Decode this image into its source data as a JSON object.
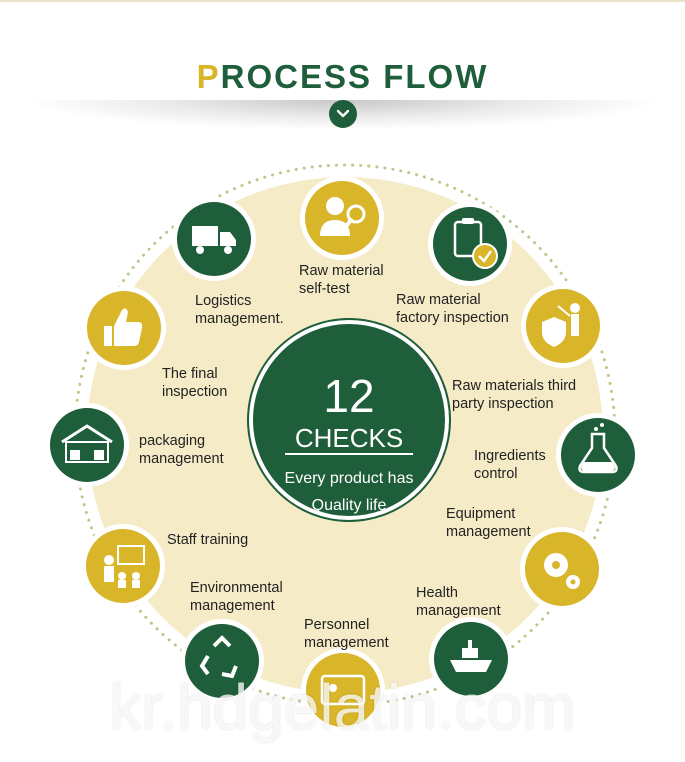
{
  "header": {
    "title_first": "P",
    "title_rest": "ROCESS FLOW"
  },
  "center": {
    "number": "12",
    "word": "CHECKS",
    "tagline_line1": "Every product has",
    "tagline_line2": "Quality life"
  },
  "steps": [
    {
      "label1": "Raw material",
      "label2": "self-test",
      "icon": "inspector-magnifier-icon"
    },
    {
      "label1": "Raw material",
      "label2": "factory inspection",
      "icon": "clipboard-check-icon"
    },
    {
      "label1": "Raw materials third",
      "label2": "party inspection",
      "icon": "shield-person-icon"
    },
    {
      "label1": "Ingredients",
      "label2": "control",
      "icon": "flask-icon"
    },
    {
      "label1": "Equipment",
      "label2": "management",
      "icon": "gears-icon"
    },
    {
      "label1": "Health",
      "label2": "management",
      "icon": "ship-icon"
    },
    {
      "label1": "Personnel",
      "label2": "management",
      "icon": "id-card-icon"
    },
    {
      "label1": "Environmental",
      "label2": "management",
      "icon": "recycle-icon"
    },
    {
      "label1": "Staff training",
      "label2": "",
      "icon": "training-board-icon"
    },
    {
      "label1": "packaging",
      "label2": "management",
      "icon": "warehouse-icon"
    },
    {
      "label1": "The final",
      "label2": "inspection",
      "icon": "thumbs-up-icon"
    },
    {
      "label1": "Logistics",
      "label2": "management.",
      "icon": "truck-icon"
    }
  ],
  "watermark": "kr.hdgelatin.com",
  "colors": {
    "green": "#1f5e3a",
    "gold": "#d9b52a",
    "cream": "#f6ebc7"
  }
}
